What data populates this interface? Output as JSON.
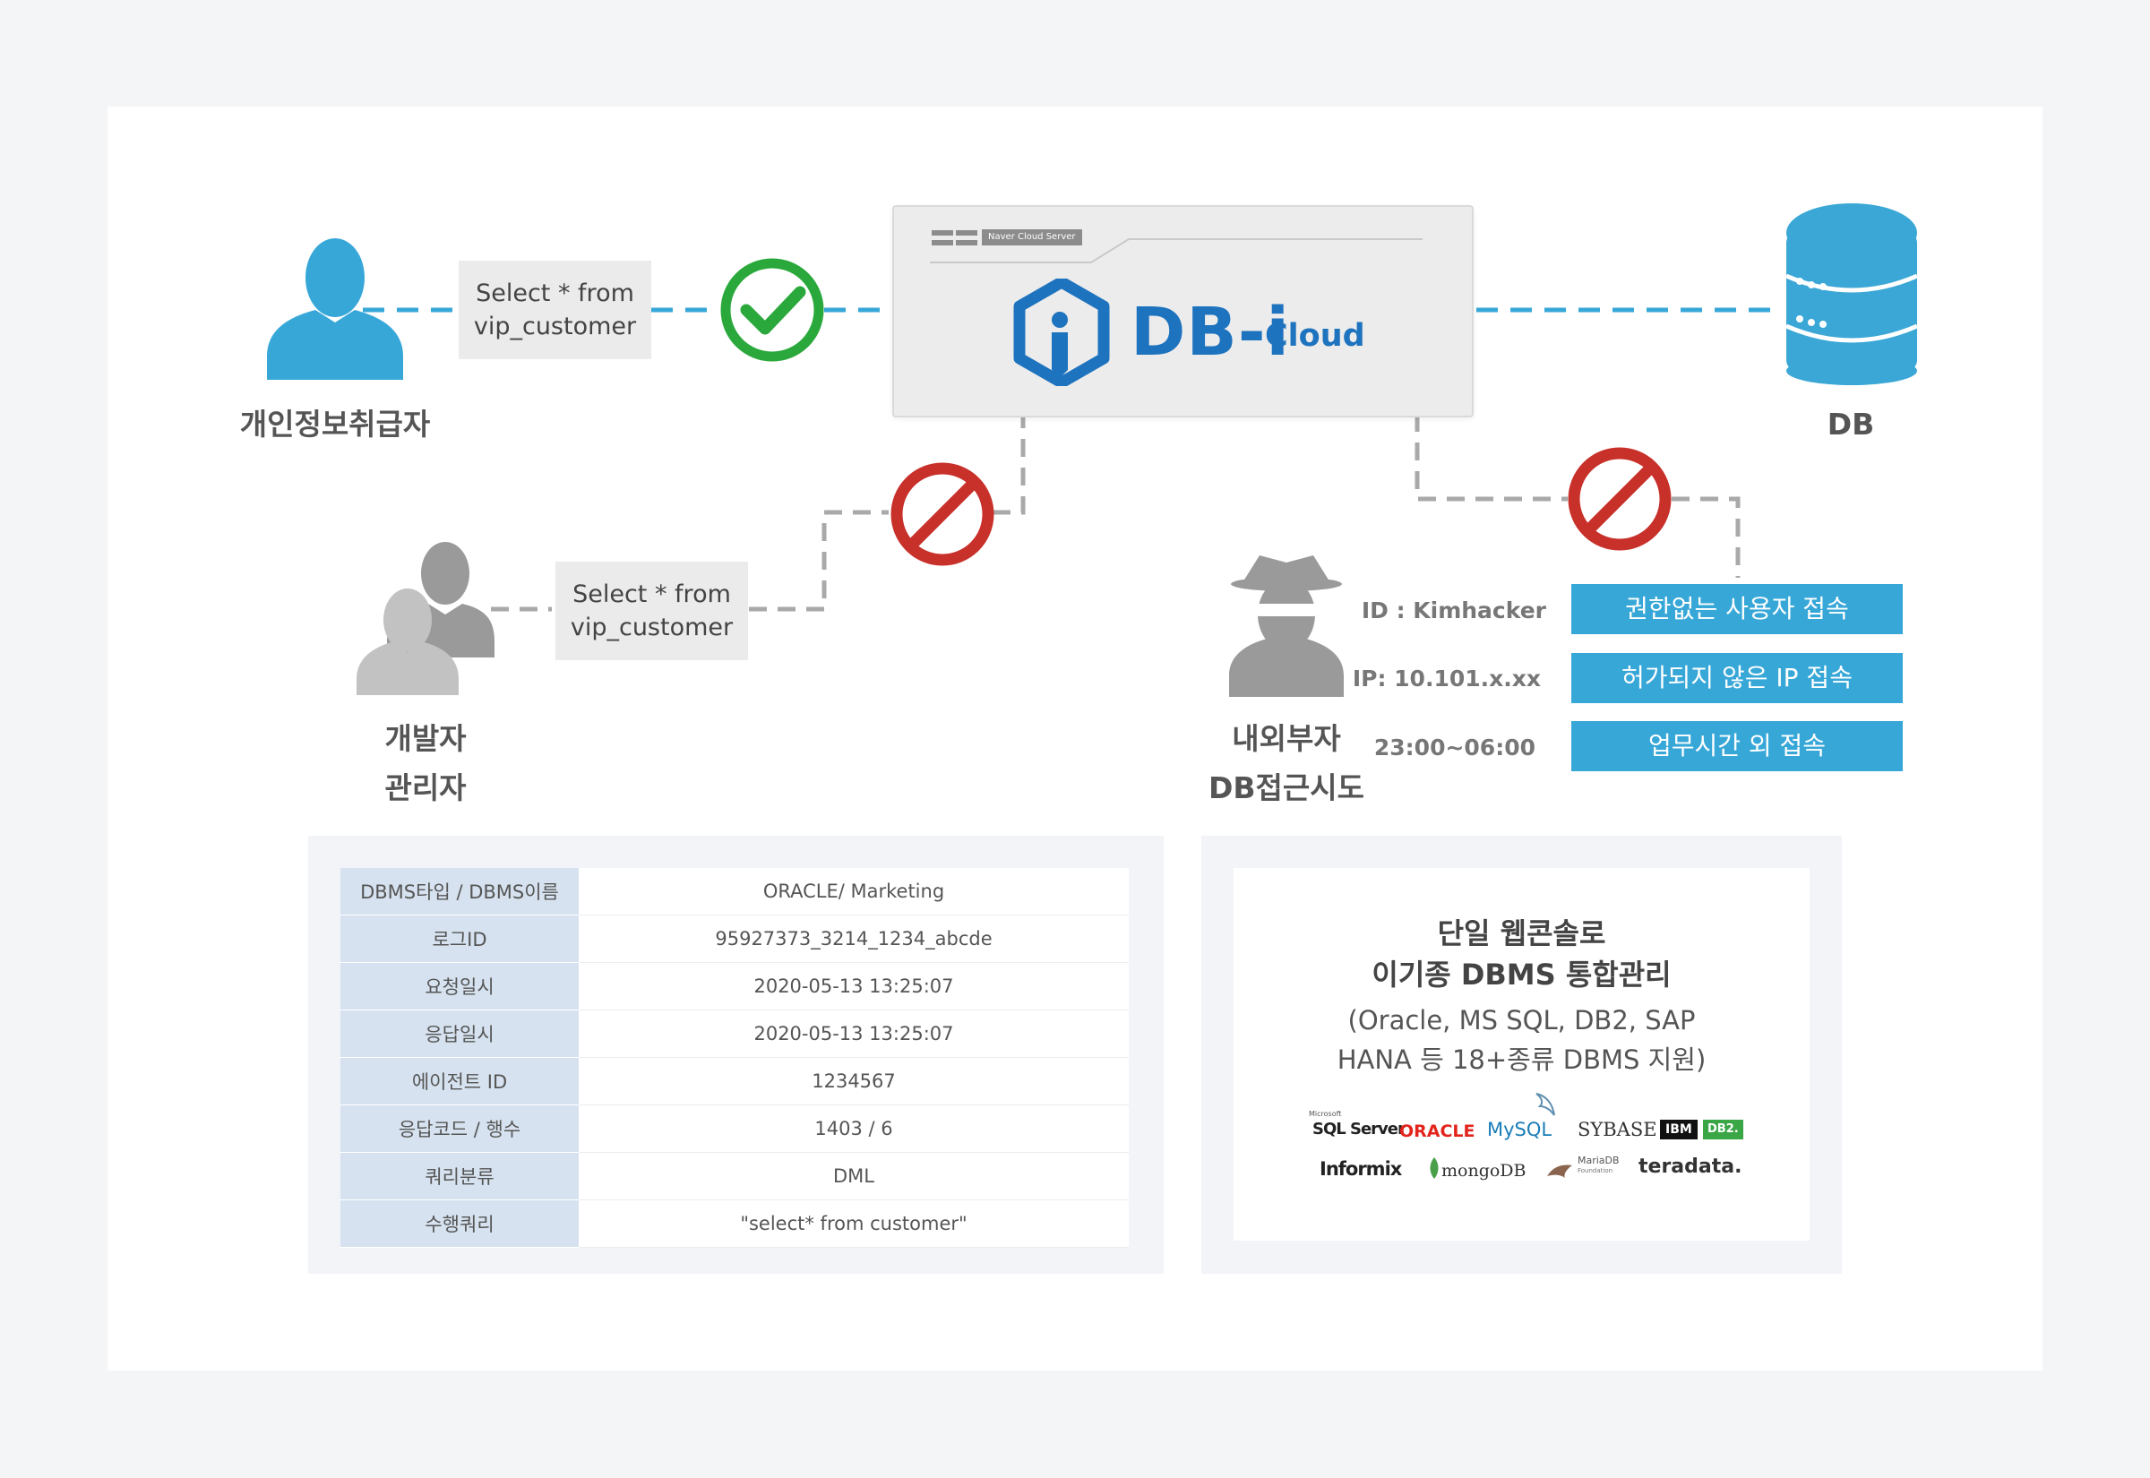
{
  "server": {
    "tag": "Naver Cloud Server",
    "brand_main": "DB-i",
    "brand_sub": "Cloud"
  },
  "query_boxes": {
    "top": [
      "Select * from",
      "vip_customer"
    ],
    "bottom": [
      "Select * from",
      "vip_customer"
    ]
  },
  "actors": {
    "privacy_handler": "개인정보취급자",
    "db": "DB",
    "developer": [
      "개발자",
      "관리자"
    ],
    "intruder": [
      "내외부자",
      "DB접근시도"
    ]
  },
  "attempt_info": [
    {
      "label": "ID : Kimhacker",
      "alert": "권한없는 사용자 접속"
    },
    {
      "label": "IP: 10.101.x.xx",
      "alert": "허가되지 않은 IP 접속"
    },
    {
      "label": "23:00~06:00",
      "alert": "업무시간 외 접속"
    }
  ],
  "log_table": [
    {
      "key": "DBMS타입 / DBMS이름",
      "value": "ORACLE/ Marketing"
    },
    {
      "key": "로그ID",
      "value": "95927373_3214_1234_abcde"
    },
    {
      "key": "요청일시",
      "value": "2020-05-13 13:25:07"
    },
    {
      "key": "응답일시",
      "value": "2020-05-13 13:25:07"
    },
    {
      "key": "에이전트 ID",
      "value": "1234567"
    },
    {
      "key": "응답코드 / 행수",
      "value": "1403  / 6"
    },
    {
      "key": "쿼리분류",
      "value": "DML"
    },
    {
      "key": "수행쿼리",
      "value": "\"select* from customer\""
    }
  ],
  "support": {
    "title1": "단일 웹콘솔로",
    "title2": "이기종 DBMS 통합관리",
    "desc1": "(Oracle, MS SQL, DB2, SAP",
    "desc2": "HANA 등 18+종류 DBMS 지원)",
    "logos": [
      "SQL Server",
      "ORACLE",
      "MySQL",
      "SYBASE",
      "IBM",
      "DB2.",
      "Informix",
      "mongoDB",
      "MariaDB",
      "teradata."
    ],
    "logo_microsoft_tag": "Microsoft",
    "logo_mariadb_tag": "Foundation"
  },
  "colors": {
    "accent_blue": "#37a7d8",
    "brand_blue": "#1e73be",
    "allow_green": "#2aa83b",
    "deny_red": "#c8302a",
    "user_gray": "#a9a9a9"
  }
}
